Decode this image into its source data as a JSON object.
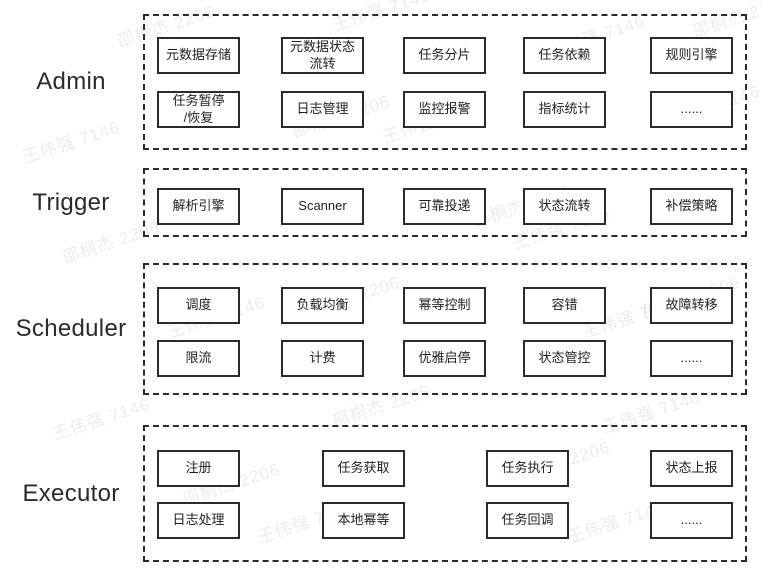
{
  "sections": [
    {
      "label": "Admin",
      "rows": [
        [
          "元数据存储",
          "元数据状态\n流转",
          "任务分片",
          "任务依赖",
          "规则引擎"
        ],
        [
          "任务暂停\n/恢复",
          "日志管理",
          "监控报警",
          "指标统计",
          "......"
        ]
      ]
    },
    {
      "label": "Trigger",
      "rows": [
        [
          "解析引擎",
          "Scanner",
          "可靠投递",
          "状态流转",
          "补偿策略"
        ]
      ]
    },
    {
      "label": "Scheduler",
      "rows": [
        [
          "调度",
          "负载均衡",
          "幂等控制",
          "容错",
          "故障转移"
        ],
        [
          "限流",
          "计费",
          "优雅启停",
          "状态管控",
          "......"
        ]
      ]
    },
    {
      "label": "Executor",
      "rows": [
        [
          "注册",
          "任务获取",
          "任务执行",
          "状态上报"
        ],
        [
          "日志处理",
          "本地幂等",
          "任务回调",
          "......"
        ]
      ]
    }
  ],
  "watermarks": {
    "texts": [
      "邵桐杰 2206",
      "王伟强 7146"
    ]
  },
  "colors": {
    "box_border": "#2b2b2b",
    "frame_dash": "#2b2b2b",
    "text": "#1f1f1f",
    "watermark": "rgba(70,70,70,0.10)",
    "background": "#ffffff"
  }
}
